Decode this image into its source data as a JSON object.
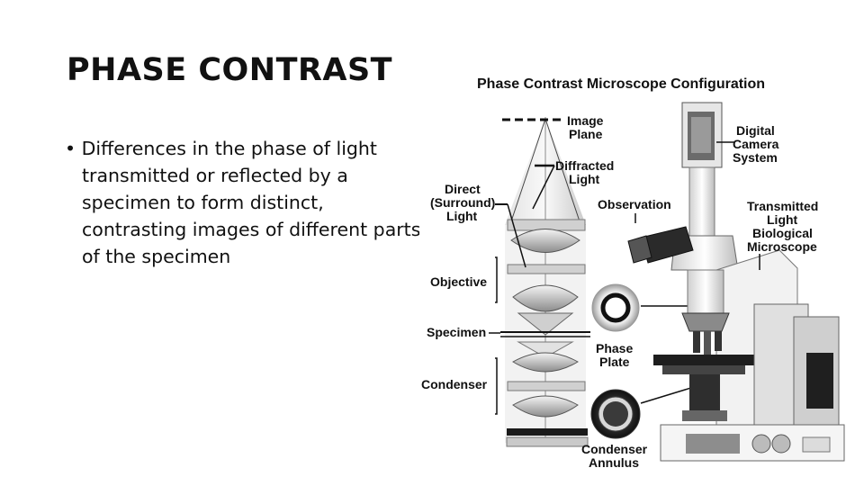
{
  "slide": {
    "title": "PHASE CONTRAST",
    "bullet": "• Differences in the phase of light transmitted or reflected by a specimen to form distinct, contrasting images of different parts of the specimen"
  },
  "figure": {
    "title": "Phase Contrast Microscope Configuration",
    "labels": {
      "image": "Image",
      "plane": "Plane",
      "diffracted": "Diffracted",
      "light": "Light",
      "direct": "Direct",
      "surround": "(Surround)",
      "direct_light": "Light",
      "observation": "Observation",
      "digital": "Digital",
      "camera": "Camera",
      "system": "System",
      "transmitted": "Transmitted",
      "trans_light": "Light",
      "biological": "Biological",
      "microscope": "Microscope",
      "objective": "Objective",
      "specimen": "Specimen",
      "phase": "Phase",
      "plate": "Plate",
      "condenser": "Condenser",
      "condenser2": "Condenser",
      "annulus": "Annulus"
    }
  }
}
